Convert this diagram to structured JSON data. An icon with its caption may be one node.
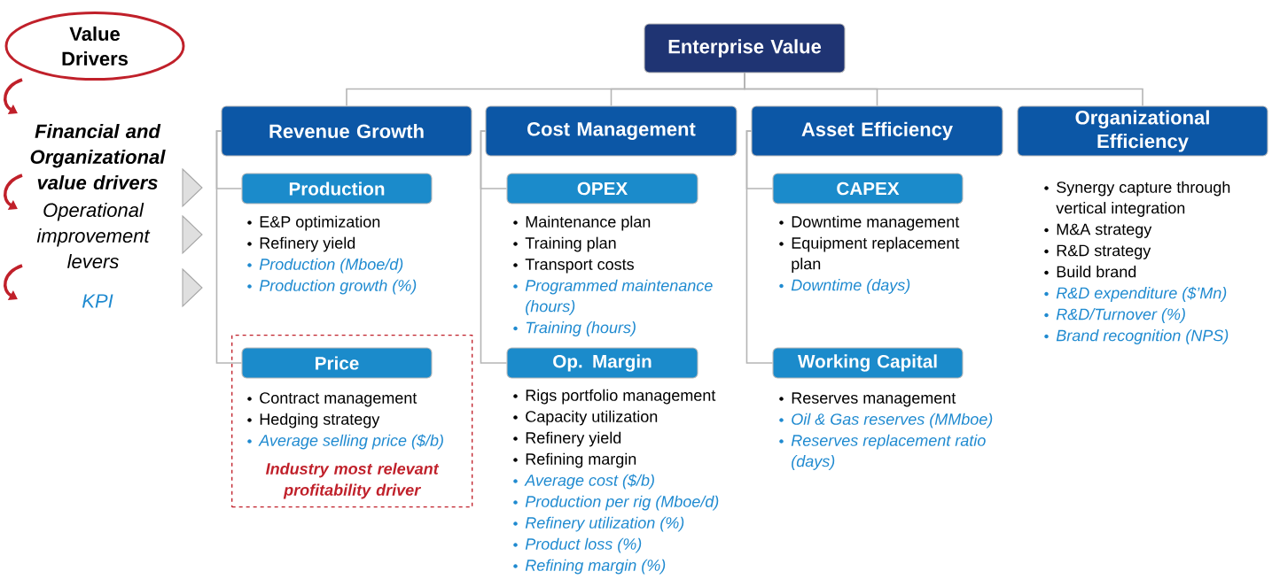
{
  "diagram": {
    "nodes": [
      {
        "text": [
          "Value Drivers"
        ]
      },
      {
        "text": [
          "Enterprise Value"
        ]
      },
      {
        "text": [
          "Revenue Growth"
        ]
      },
      {
        "text": [
          "Cost Management"
        ]
      },
      {
        "text": [
          "Asset Efficiency"
        ]
      },
      {
        "text": [
          "Organizational Efficiency"
        ],
        "beside": [
          "Synergy capture through vertical integration",
          "M&A strategy",
          "R&D strategy",
          "Build brand",
          "R&D expenditure ($’Mn)",
          "R&D/Turnover (%)",
          "Brand recognition (NPS)"
        ]
      },
      {
        "text": [
          "Production"
        ],
        "beside": [
          "E&P optimization",
          "Refinery yield",
          "Production (Mboe/d)",
          "Production growth (%)"
        ]
      },
      {
        "text": [
          "Industry most relevant profitability driver"
        ]
      },
      {
        "text": [
          "Price"
        ],
        "in": 7,
        "beside": [
          "Contract management",
          "Hedging strategy",
          "Average selling price ($/b)"
        ]
      },
      {
        "text": [
          "OPEX"
        ],
        "beside": [
          "Maintenance plan",
          "Training plan",
          "Transport costs",
          "Programmed maintenance (hours)",
          "Training (hours)"
        ]
      },
      {
        "text": [
          "Op. Margin"
        ],
        "beside": [
          "Rigs portfolio management",
          "Capacity utilization",
          "Refinery yield",
          "Refining margin",
          "Average cost ($/b)",
          "Production per rig (Mboe/d)",
          "Refinery utilization (%)",
          "Product loss (%)",
          "Refining margin (%)"
        ]
      },
      {
        "text": [
          "CAPEX"
        ],
        "beside": [
          "Downtime management",
          "Equipment replacement plan",
          "Downtime (days)"
        ]
      },
      {
        "text": [
          "Working Capital"
        ],
        "beside": [
          "Reserves management",
          "Oil & Gas reserves (MMboe)",
          "Reserves replacement ratio (days)"
        ]
      }
    ],
    "edges": [
      {
        "from": 1,
        "to": 2,
        "arrow": "none"
      },
      {
        "from": 1,
        "to": 3,
        "arrow": "none"
      },
      {
        "from": 1,
        "to": 4,
        "arrow": "none"
      },
      {
        "from": 1,
        "to": 5,
        "arrow": "none"
      },
      {
        "from": 2,
        "to": 6,
        "arrow": "none"
      },
      {
        "from": 2,
        "to": 8,
        "arrow": "none"
      },
      {
        "from": 3,
        "to": 9,
        "arrow": "none"
      },
      {
        "from": 3,
        "to": 10,
        "arrow": "none"
      },
      {
        "from": 4,
        "to": 11,
        "arrow": "none"
      },
      {
        "from": 4,
        "to": 12,
        "arrow": "none"
      }
    ],
    "labels": [
      "Financial and Organizational value drivers",
      "Operational improvement levers",
      "KPI"
    ]
  }
}
